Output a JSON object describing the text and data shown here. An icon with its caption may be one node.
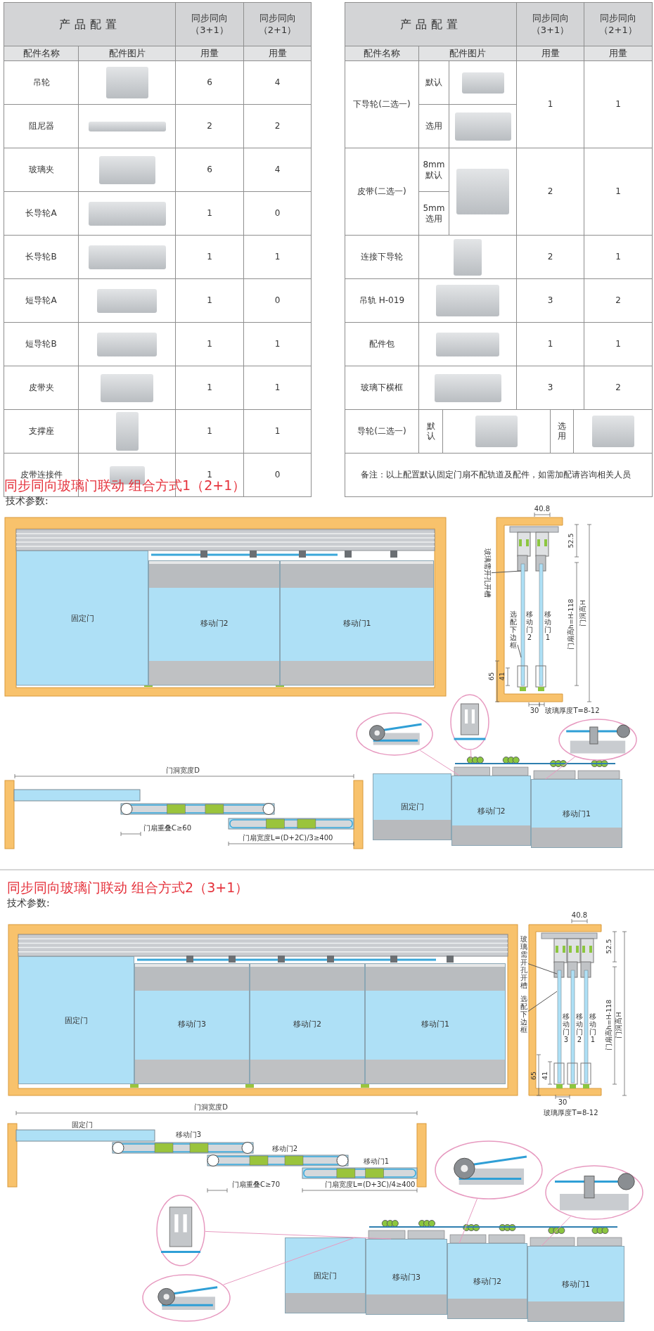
{
  "diagram": {
    "nodes": [
      {
        "text": [
          "固定门"
        ]
      },
      {
        "text": [
          "移动门2"
        ]
      },
      {
        "text": [
          "移动门1"
        ]
      },
      {
        "text": [
          "玻璃需开孔开槽"
        ]
      },
      {
        "text": [
          "选配下边框"
        ]
      },
      {
        "text": [
          "固定门"
        ]
      },
      {
        "text": [
          "移动门2"
        ]
      },
      {
        "text": [
          "移动门1"
        ]
      },
      {
        "text": [],
        "shape": "picture"
      },
      {
        "text": [],
        "shape": "picture"
      },
      {
        "text": [],
        "shape": "picture"
      },
      {
        "text": [
          "固定门"
        ]
      },
      {
        "text": [
          "移动门3"
        ]
      },
      {
        "text": [
          "移动门2"
        ]
      },
      {
        "text": [
          "移动门1"
        ]
      },
      {
        "text": [
          "玻璃需开孔开槽"
        ]
      },
      {
        "text": [
          "选配下边框"
        ]
      },
      {
        "text": [
          "固定门"
        ]
      },
      {
        "text": [
          "移动门3"
        ]
      },
      {
        "text": [
          "移动门2"
        ]
      },
      {
        "text": [
          "移动门1"
        ]
      },
      {
        "text": [],
        "shape": "picture"
      },
      {
        "text": [],
        "shape": "picture"
      },
      {
        "text": [],
        "shape": "picture"
      },
      {
        "text": [],
        "shape": "picture"
      }
    ],
    "edges": [
      {
        "from": 3,
        "to": null,
        "arrow": "none",
        "color": "#555555"
      },
      {
        "from": 4,
        "to": null,
        "arrow": "none",
        "color": "#555555"
      },
      {
        "from": 8,
        "to": 6,
        "arrow": "none"
      },
      {
        "from": 9,
        "to": null,
        "arrow": "none"
      },
      {
        "from": 10,
        "to": 7,
        "arrow": "none"
      },
      {
        "from": 15,
        "to": null,
        "arrow": "none",
        "color": "#555555"
      },
      {
        "from": 16,
        "to": null,
        "arrow": "none",
        "color": "#555555"
      },
      {
        "from": 21,
        "to": 18,
        "arrow": "none"
      },
      {
        "from": 22,
        "to": 17,
        "arrow": "none"
      },
      {
        "from": 23,
        "to": 19,
        "arrow": "none"
      },
      {
        "from": 24,
        "to": 20,
        "arrow": "none"
      }
    ],
    "labels": [
      "产品配置",
      "同步同向（3+1）",
      "同步同向（2+1）",
      "配件名称",
      "配件图片",
      "用量",
      "用量",
      "吊轮",
      "6",
      "4",
      "阻尼器",
      "2",
      "2",
      "玻璃夹",
      "6",
      "4",
      "长导轮A",
      "1",
      "0",
      "长导轮B",
      "1",
      "1",
      "短导轮A",
      "1",
      "0",
      "短导轮B",
      "1",
      "1",
      "皮带夹",
      "1",
      "1",
      "支撑座",
      "1",
      "1",
      "皮带连接件",
      "1",
      "0",
      "产品配置",
      "同步同向（3+1）",
      "同步同向（2+1）",
      "配件名称",
      "配件图片",
      "用量",
      "用量",
      "下导轮(二选一)",
      "默认",
      "1",
      "1",
      "选用",
      "皮带(二选一)",
      "8mm默认",
      "2",
      "1",
      "5mm选用",
      "连接下导轮",
      "2",
      "1",
      "吊轨 H-019",
      "3",
      "2",
      "配件包",
      "1",
      "1",
      "玻璃下横框",
      "3",
      "2",
      "导轮(二选一)",
      "默认",
      "选用",
      "备注：以上配置默认固定门扇不配轨道及配件，如需加配请咨询相关人员",
      "同步同向玻璃门联动 组合方式1（2+1）",
      "技术参数:",
      "40.8",
      "52.5",
      "移动门2",
      "移动门1",
      "门扇高h=H-118",
      "门洞高H",
      "65",
      "41",
      "30",
      "玻璃厚度T=8-12",
      "门洞宽度D",
      "门扇重叠C≥60",
      "门扇宽度L=(D+2C)/3≥400",
      "同步同向玻璃门联动 组合方式2（3+1）",
      "技术参数:",
      "40.8",
      "52.5",
      "移动门3",
      "移动门2",
      "移动门1",
      "门扇高h=H-118",
      "门洞高H",
      "65",
      "41",
      "30",
      "玻璃厚度T=8-12",
      "门洞宽度D",
      "固定门",
      "移动门3",
      "移动门2",
      "移动门1",
      "门扇重叠C≥70",
      "门扇宽度L=(D+3C)/4≥400"
    ]
  }
}
